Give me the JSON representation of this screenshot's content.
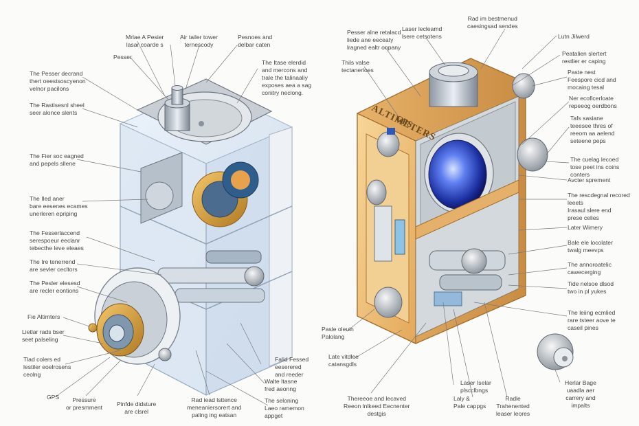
{
  "diagram": {
    "left_device": {
      "labels": [
        "Mrlae A Pesier\nlasar coarde s",
        "Air tailer tower\nternescody",
        "Pesnoes and\ndelbar caten",
        "Pesser",
        "The Pesser decrand\nthert oeestsoscyenon\nvelnor pacilons",
        "The Rastisesnl sheel\nseer alonce slents",
        "The Itase elerdid\nand mercons and\ntrale the talinaaliy\nexposes aea a sag\nconitry neclong.",
        "The Fier soc eagned\nand pepels sllene",
        "The Iled aner\nbare eesenes ecames\nunerleren epriping",
        "The Fesserlaccend\nserespoeur eeclanr\ntebecthe leve eleaes",
        "The Ire tenerrend\nare sevler cecltors",
        "The Pesler elesesd\nare recler eontions",
        "Fie Altimters",
        "Lietlar rads bser\nseet palseling",
        "Tlad colers ed\nlestiler eoelrosens\nceolng",
        "GPS",
        "Pressure\nor presmment",
        "Pinfde didsture\nare clsrel",
        "Rad iead lsttence\nmeneaniersorert and\npaling ing eatsan",
        "Falid Fessed\neeserered\nand reeder",
        "Walte Itasne\nfred aeonng",
        "The seloning\nLaeo ramemon\nappget"
      ]
    },
    "right_device": {
      "body_text": [
        "GPS",
        "ALTIMETERS"
      ],
      "labels": [
        "Pesser alne retalacd\nliede ane eeceaty\nlragned ealtr onpany",
        "Laser lecleamd\nlsere cetsotens",
        "Rad im bestmenud\ncaesingsad sendes",
        "Lutn Jilwerd",
        "Thils valse\ntectanerloes",
        "Peatalien slertert\nrestlier er caping",
        "Paste nest\nFeespore cicd and\nmocaing tesal",
        "Ner ecoficerloate\nrepeeog oerdbons",
        "Tafs sasiane\nteeesee thres of\nreeom aa aelend\nseteene peps",
        "The cuelag lecoed\ntose peet ins coins\nconters",
        "Avcter sprement",
        "The rescdegnal recored\nleeets\nIrasaul slere end\nprese celies",
        "Later Wimery",
        "Bale ele locolater\ntwalg meevps",
        "The annoroatelic\ncawecerging",
        "Tide nelsoe dlsod\ntwo in pl yukes",
        "The leiing ecmlied\nrare tsteer aove te\ncaseil pines",
        "Pasle oleuin\nPalolang",
        "Late vitdlee\ncatansgdls",
        "Thereeoe and lecaved\nReeon lnlkeed Eecnenter\ndestgis",
        "Laser Iselar\nplscclbngs",
        "Laly &\nPale cappgs",
        "Radle\nTrahenented\nleaser leores",
        "Herlar Bage\nuaadla aer\ncarrery and\nimpalts"
      ]
    }
  }
}
